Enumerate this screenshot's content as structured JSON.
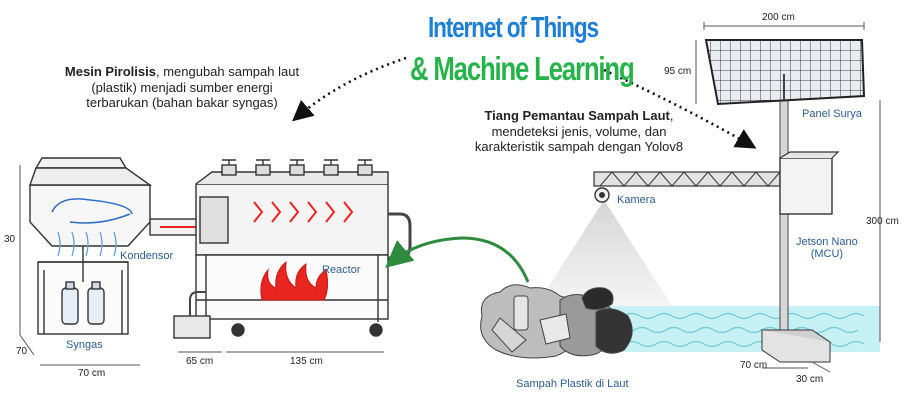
{
  "header": {
    "title_line1": "Internet of Things",
    "title_line2": "& Machine Learning"
  },
  "pyrolysis": {
    "heading": "Mesin Pirolisis",
    "description": ", mengubah sampah laut (plastik) menjadi sumber energi terbarukan (bahan bakar syngas)",
    "labels": {
      "condensor": "Kondensor",
      "reactor": "Reactor",
      "syngas": "Syngas"
    },
    "dimensions": {
      "height": "30",
      "depth": "70",
      "width_base": "70 cm",
      "tank": "65 cm",
      "length": "135 cm"
    }
  },
  "monitor": {
    "heading": "Tiang Pemantau Sampah Laut",
    "description_line1": ",",
    "description_line2": "mendeteksi jenis, volume, dan",
    "description_line3": "karakteristik sampah dengan Yolov8",
    "labels": {
      "camera": "Kamera",
      "solar_panel": "Panel Surya",
      "controller_line1": "Jetson Nano",
      "controller_line2": "(MCU)",
      "waste": "Sampah Plastik di Laut"
    },
    "dimensions": {
      "panel_width": "200 cm",
      "panel_height": "95 cm",
      "pole_height": "300 cm",
      "base_width": "70 cm",
      "base_depth": "30 cm"
    }
  },
  "colors": {
    "title_blue": "#1f7fd4",
    "title_green": "#27b34a",
    "label_blue": "#2c5d93",
    "water": "#bfeef3",
    "flame": "#e8251f"
  }
}
